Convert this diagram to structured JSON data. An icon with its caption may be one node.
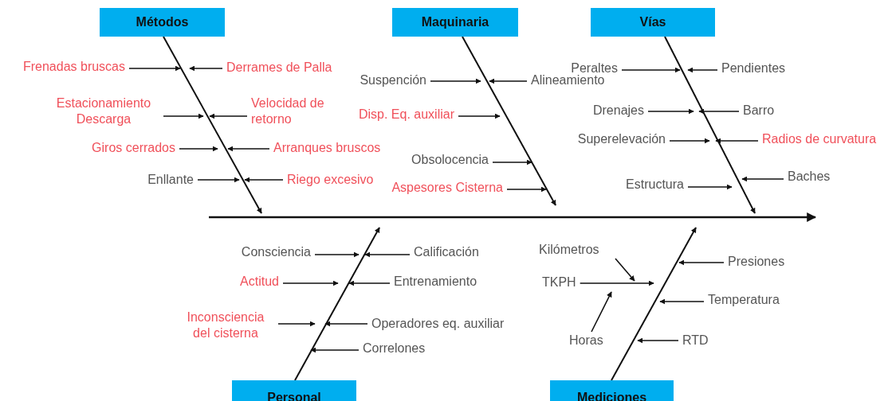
{
  "diagram": {
    "nodes": [
      {
        "text": [
          "Métodos"
        ]
      },
      {
        "text": [
          "Frenadas bruscas"
        ]
      },
      {
        "text": [
          "Derrames de Palla"
        ]
      },
      {
        "text": [
          "Estacionamiento Descarga"
        ]
      },
      {
        "text": [
          "Velocidad de retorno"
        ]
      },
      {
        "text": [
          "Giros cerrados"
        ]
      },
      {
        "text": [
          "Arranques bruscos"
        ]
      },
      {
        "text": [
          "Enllante"
        ]
      },
      {
        "text": [
          "Riego excesivo"
        ]
      },
      {
        "text": [
          "Maquinaria"
        ]
      },
      {
        "text": [
          "Suspención"
        ]
      },
      {
        "text": [
          "Alineamiento"
        ]
      },
      {
        "text": [
          "Disp. Eq. auxiliar"
        ]
      },
      {
        "text": [
          "Obsolocencia"
        ]
      },
      {
        "text": [
          "Aspesores Cisterna"
        ]
      },
      {
        "text": [
          "Vías"
        ]
      },
      {
        "text": [
          "Peraltes"
        ]
      },
      {
        "text": [
          "Pendientes"
        ]
      },
      {
        "text": [
          "Drenajes"
        ]
      },
      {
        "text": [
          "Barro"
        ]
      },
      {
        "text": [
          "Superelevación"
        ]
      },
      {
        "text": [
          "Radios de curvatura"
        ]
      },
      {
        "text": [
          "Estructura"
        ]
      },
      {
        "text": [
          "Baches"
        ]
      },
      {
        "text": [
          "Personal"
        ]
      },
      {
        "text": [
          "Consciencia"
        ]
      },
      {
        "text": [
          "Calificación"
        ]
      },
      {
        "text": [
          "Actitud"
        ]
      },
      {
        "text": [
          "Entrenamiento"
        ]
      },
      {
        "text": [
          "Inconsciencia del cisterna"
        ]
      },
      {
        "text": [
          "Operadores eq. auxiliar"
        ]
      },
      {
        "text": [
          "Correlones"
        ]
      },
      {
        "text": [
          "Mediciones"
        ]
      },
      {
        "text": [
          "Kilómetros"
        ]
      },
      {
        "text": [
          "TKPH"
        ]
      },
      {
        "text": [
          "Horas"
        ]
      },
      {
        "text": [
          "Presiones"
        ]
      },
      {
        "text": [
          "Temperatura"
        ]
      },
      {
        "text": [
          "RTD"
        ]
      }
    ],
    "edges": [
      {
        "from": 0,
        "to": null,
        "arrow": "to"
      },
      {
        "from": 1,
        "to": null,
        "arrow": "to"
      },
      {
        "from": 2,
        "to": null,
        "arrow": "to"
      },
      {
        "from": 3,
        "to": null,
        "arrow": "to"
      },
      {
        "from": 4,
        "to": null,
        "arrow": "to"
      },
      {
        "from": 5,
        "to": null,
        "arrow": "to"
      },
      {
        "from": 6,
        "to": null,
        "arrow": "to"
      },
      {
        "from": 7,
        "to": null,
        "arrow": "to"
      },
      {
        "from": 8,
        "to": null,
        "arrow": "to"
      },
      {
        "from": 9,
        "to": null,
        "arrow": "to"
      },
      {
        "from": 10,
        "to": null,
        "arrow": "to"
      },
      {
        "from": 11,
        "to": null,
        "arrow": "to"
      },
      {
        "from": 12,
        "to": null,
        "arrow": "to"
      },
      {
        "from": 13,
        "to": null,
        "arrow": "to"
      },
      {
        "from": 14,
        "to": null,
        "arrow": "to"
      },
      {
        "from": 15,
        "to": null,
        "arrow": "to"
      },
      {
        "from": 16,
        "to": null,
        "arrow": "to"
      },
      {
        "from": 17,
        "to": null,
        "arrow": "to"
      },
      {
        "from": 18,
        "to": null,
        "arrow": "to"
      },
      {
        "from": 19,
        "to": null,
        "arrow": "to"
      },
      {
        "from": 20,
        "to": null,
        "arrow": "to"
      },
      {
        "from": 21,
        "to": null,
        "arrow": "to"
      },
      {
        "from": 22,
        "to": null,
        "arrow": "to"
      },
      {
        "from": 23,
        "to": null,
        "arrow": "to"
      },
      {
        "from": 24,
        "to": null,
        "arrow": "to"
      },
      {
        "from": 25,
        "to": null,
        "arrow": "to"
      },
      {
        "from": 26,
        "to": null,
        "arrow": "to"
      },
      {
        "from": 27,
        "to": null,
        "arrow": "to"
      },
      {
        "from": 28,
        "to": null,
        "arrow": "to"
      },
      {
        "from": 29,
        "to": null,
        "arrow": "to"
      },
      {
        "from": 30,
        "to": null,
        "arrow": "to"
      },
      {
        "from": 31,
        "to": null,
        "arrow": "to"
      },
      {
        "from": 32,
        "to": null,
        "arrow": "to"
      },
      {
        "from": 33,
        "to": null,
        "arrow": "to"
      },
      {
        "from": 34,
        "to": null,
        "arrow": "to"
      },
      {
        "from": 35,
        "to": null,
        "arrow": "to"
      },
      {
        "from": 36,
        "to": null,
        "arrow": "to"
      },
      {
        "from": 37,
        "to": null,
        "arrow": "to"
      },
      {
        "from": 38,
        "to": null,
        "arrow": "to"
      }
    ]
  }
}
